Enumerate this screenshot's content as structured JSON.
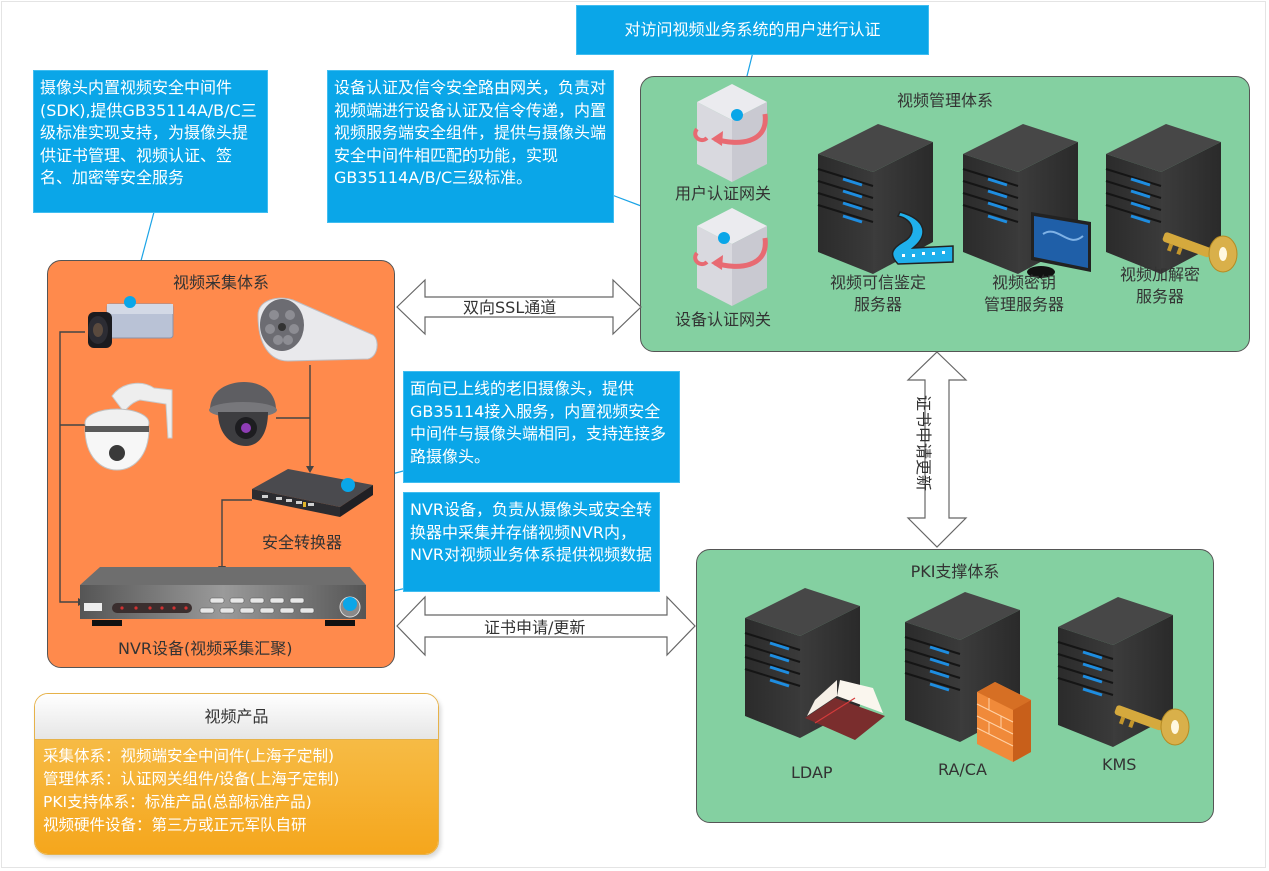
{
  "callouts": {
    "camera_sdk": "摄像头内置视频安全中间件(SDK),提供GB35114A/B/C三级标准实现支持，为摄像头提供证书管理、视频认证、签名、加密等安全服务",
    "device_gateway": "设备认证及信令安全路由网关，负责对视频端进行设备认证及信令传递，内置视频服务端安全组件，提供与摄像头端安全中间件相匹配的功能，实现GB35114A/B/C三级标准。",
    "user_auth": "对访问视频业务系统的用户进行认证",
    "converter": "面向已上线的老旧摄像头，提供GB35114接入服务，内置视频安全中间件与摄像头端相同，支持连接多路摄像头。",
    "nvr": "NVR设备，负责从摄像头或安全转换器中采集并存储视频NVR内，NVR对视频业务体系提供视频数据"
  },
  "collection_system": {
    "title": "视频采集体系",
    "converter_label": "安全转换器",
    "nvr_label": "NVR设备(视频采集汇聚)",
    "color": "#ff8a4c"
  },
  "management_system": {
    "title": "视频管理体系",
    "user_gateway_label": "用户认证网关",
    "device_gateway_label": "设备认证网关",
    "servers": [
      {
        "label_line1": "视频可信鉴定",
        "label_line2": "服务器",
        "icon": "film-icon"
      },
      {
        "label_line1": "视频密钥",
        "label_line2": "管理服务器",
        "icon": "monitor-icon"
      },
      {
        "label_line1": "视频加解密",
        "label_line2": "服务器",
        "icon": "key-icon"
      }
    ],
    "color": "#84d0a1"
  },
  "pki_system": {
    "title": "PKI支撑体系",
    "servers": [
      {
        "label": "LDAP",
        "icon": "book-icon"
      },
      {
        "label": "RA/CA",
        "icon": "firewall-icon"
      },
      {
        "label": "KMS",
        "icon": "key-icon"
      }
    ],
    "color": "#84d0a1"
  },
  "arrows": {
    "ssl": "双向SSL通道",
    "cert_horizontal": "证书申请/更新",
    "cert_vertical": "证书申请更新"
  },
  "products": {
    "title": "视频产品",
    "lines": [
      "采集体系：视频端安全中间件(上海子定制)",
      "管理体系：认证网关组件/设备(上海子定制)",
      "PKI支持体系：标准产品(总部标准产品)",
      "视频硬件设备：第三方或正元军队自研"
    ]
  },
  "colors": {
    "callout": "#0aa6e8",
    "orange_group": "#ff8a4c",
    "green_group": "#84d0a1",
    "product_body": "#f5a61c"
  }
}
